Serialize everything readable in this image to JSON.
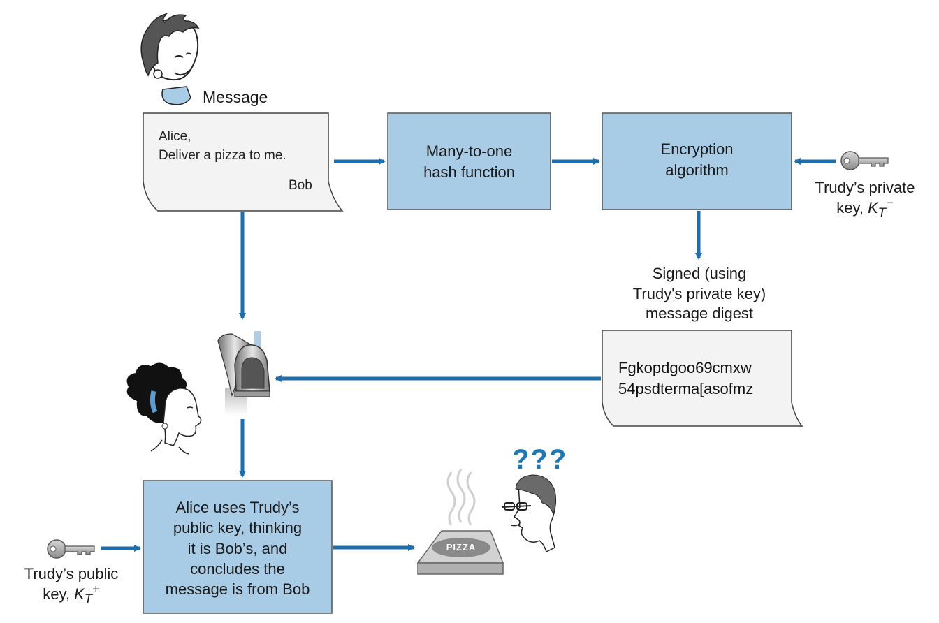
{
  "message": {
    "label": "Message",
    "salutation": "Alice,",
    "body": "Deliver a pizza to me.",
    "signature": "Bob"
  },
  "hash_box": {
    "line1": "Many-to-one",
    "line2": "hash function"
  },
  "encrypt_box": {
    "line1": "Encryption",
    "line2": "algorithm"
  },
  "private_key": {
    "line1": "Trudy’s private",
    "line2_prefix": "key, ",
    "symbol": "K",
    "subscript": "T",
    "superscript": "−"
  },
  "signed_label": {
    "line1": "Signed (using",
    "line2": "Trudy's private key)",
    "line3": "message digest"
  },
  "digest": {
    "line1": "Fgkopdgoo69cmxw",
    "line2": "54psdterma[asofmz"
  },
  "alice_box": {
    "line1": "Alice uses Trudy’s",
    "line2": "public key, thinking",
    "line3": "it is Bob’s, and",
    "line4": "concludes the",
    "line5": "message is from Bob"
  },
  "public_key": {
    "line1": "Trudy’s public",
    "line2_prefix": "key, ",
    "symbol": "K",
    "subscript": "T",
    "superscript": "+"
  },
  "pizza": {
    "label": "PIZZA"
  },
  "confused": {
    "marks": "???"
  },
  "colors": {
    "arrow": "#1c6fae",
    "box_fill": "#a9cce6",
    "box_stroke": "#555555",
    "doc_fill": "#f3f3f3"
  }
}
